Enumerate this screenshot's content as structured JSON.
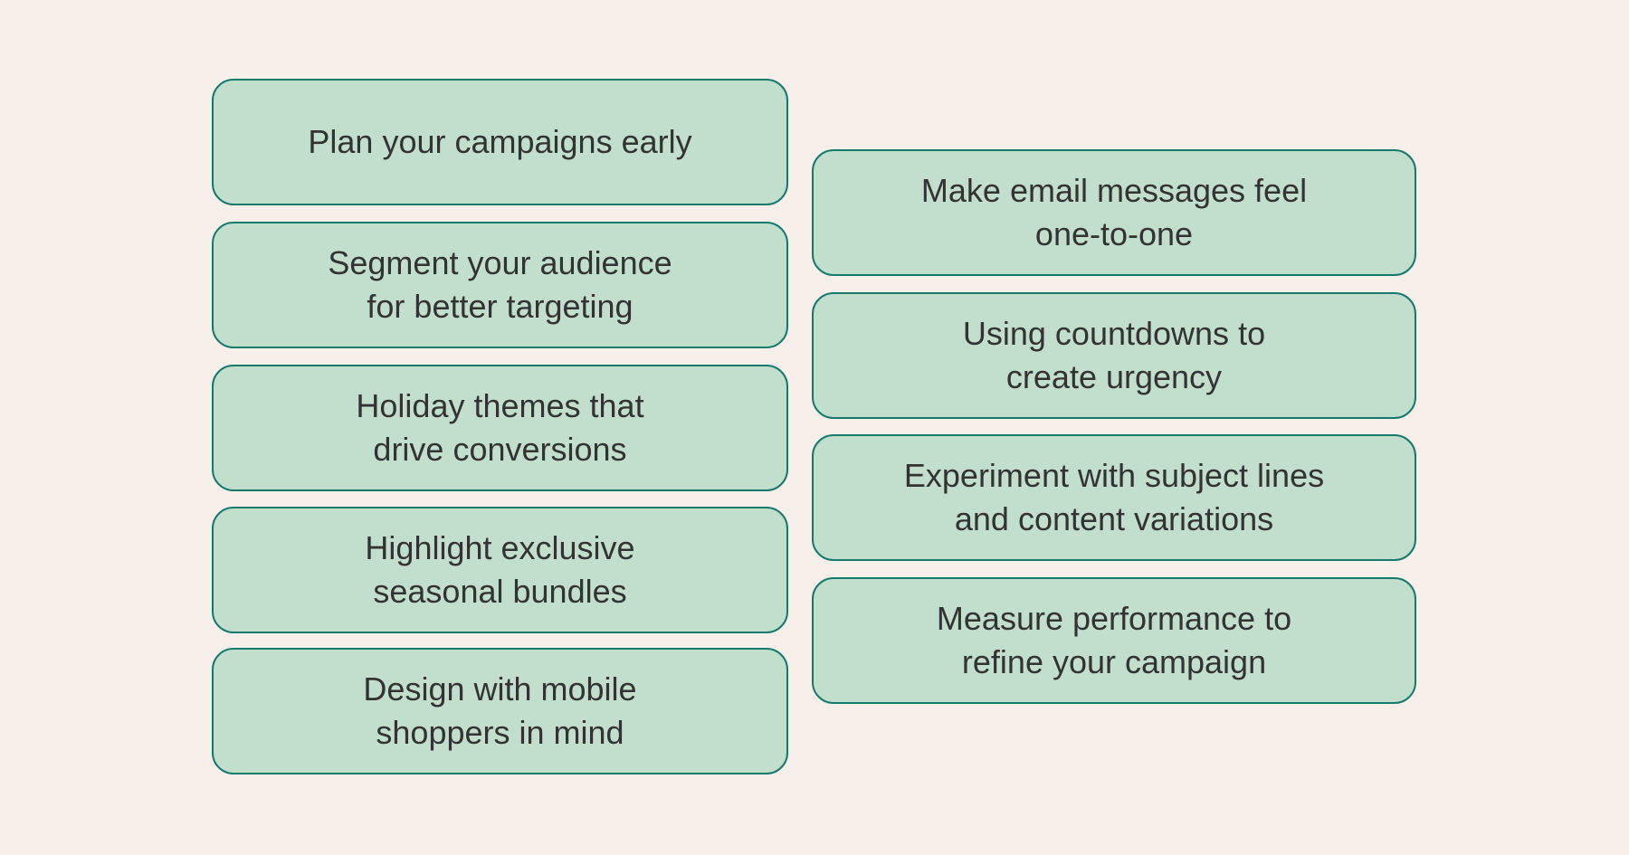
{
  "colors": {
    "background": "#f6efea",
    "card_fill": "#c2dfce",
    "card_border": "#16796b",
    "text": "#333333"
  },
  "left_column": [
    "Plan your campaigns early",
    "Segment your audience\nfor better targeting",
    "Holiday themes that\ndrive conversions",
    "Highlight exclusive\nseasonal bundles",
    "Design with mobile\nshoppers in mind"
  ],
  "right_column": [
    "Make email messages feel\none-to-one",
    "Using countdowns to\ncreate urgency",
    "Experiment with subject lines\nand content variations",
    "Measure performance to\nrefine your campaign"
  ]
}
